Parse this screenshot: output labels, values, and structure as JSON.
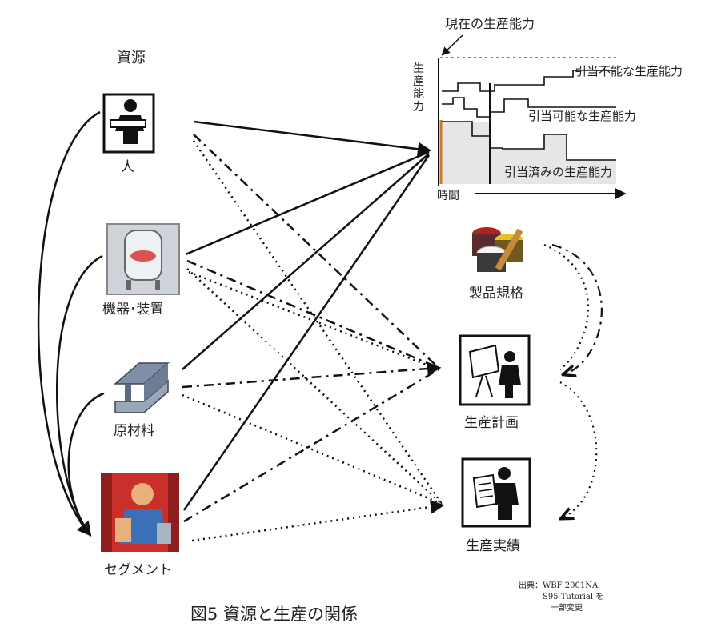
{
  "resources": {
    "title": "資源",
    "items": [
      {
        "label": "人",
        "icon": "worker-icon"
      },
      {
        "label": "機器･装置",
        "icon": "tank-equipment-icon"
      },
      {
        "label": "原材料",
        "icon": "steel-beam-icon"
      },
      {
        "label": "セグメント",
        "icon": "segment-worker-icon"
      }
    ]
  },
  "targets": [
    {
      "label": "製品規格",
      "icon": "paint-cans-icon"
    },
    {
      "label": "生産計画",
      "icon": "planner-desk-icon"
    },
    {
      "label": "生産実績",
      "icon": "worker-report-icon"
    }
  ],
  "capacity_chart": {
    "title": "現在の生産能力",
    "ylabel": "生産能力",
    "xlabel": "時間",
    "unallocatable": "引当不能な生産能力",
    "allocatable": "引当可能な生産能力",
    "allocated": "引当済みの生産能力"
  },
  "source_note": {
    "line1": "出典：WBF 2001NA",
    "line2": "S95 Tutorial を",
    "line3": "一部変更"
  },
  "caption": "図5 資源と生産の関係"
}
